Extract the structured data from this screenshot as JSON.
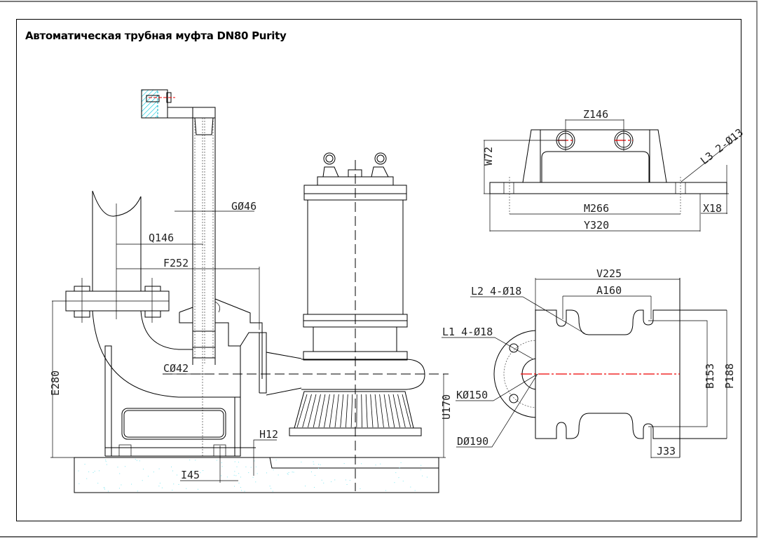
{
  "title": "Автоматическая трубная муфта DN80 Purity",
  "side_view": {
    "labels": {
      "g": "GØ46",
      "q": "Q146",
      "f": "F252",
      "c": "CØ42",
      "e": "E280",
      "h": "H12",
      "i": "I45",
      "u": "U170"
    }
  },
  "top_view": {
    "labels": {
      "z": "Z146",
      "w": "W72",
      "l3": "L3 2-Ø13",
      "m": "M266",
      "y": "Y320",
      "x": "X18"
    }
  },
  "plan_view": {
    "labels": {
      "v": "V225",
      "a": "A160",
      "l2": "L2 4-Ø18",
      "l1": "L1 4-Ø18",
      "k": "KØ150",
      "d": "DØ190",
      "b": "B153",
      "p": "P188",
      "j": "J33"
    }
  },
  "colors": {
    "line": "#000000",
    "centerline": "#e00000",
    "hatch": "#00c8e0",
    "concrete_speckle": "#7fe6f0"
  }
}
